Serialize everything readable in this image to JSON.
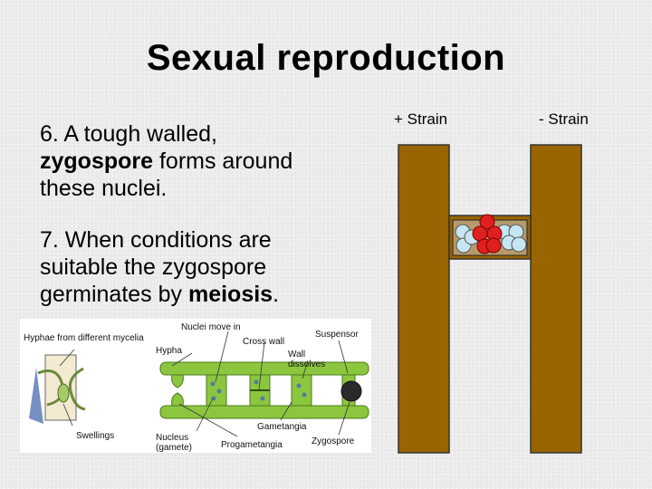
{
  "title": "Sexual reproduction",
  "step6": {
    "prefix": "6. A tough walled, ",
    "bold": "zygospore",
    "suffix": " forms around these nuclei."
  },
  "step7": {
    "prefix": "7. When conditions are suitable the zygospore germinates by ",
    "bold": "meiosis",
    "suffix": "."
  },
  "strains": {
    "plus": "+ Strain",
    "minus": "- Strain"
  },
  "figure": {
    "hyphae_label": "Hyphae from different mycelia",
    "swellings": "Swellings",
    "hypha": "Hypha",
    "nuclei_move": "Nuclei move in",
    "cross_wall": "Cross wall",
    "suspensor": "Suspensor",
    "wall_dissolves": "Wall dissolves",
    "gametangia": "Gametangia",
    "nucleus": "Nucleus",
    "gamete": "(gamete)",
    "progametangia": "Progametangia",
    "zygospore": "Zygospore"
  },
  "colors": {
    "hypha_fill": "#996500",
    "nuclei_plus": "#e02020",
    "nuclei_minus": "#c6e6f2",
    "figure_green": "#8cc63f",
    "zygospore_dark": "#2a2a2a"
  }
}
